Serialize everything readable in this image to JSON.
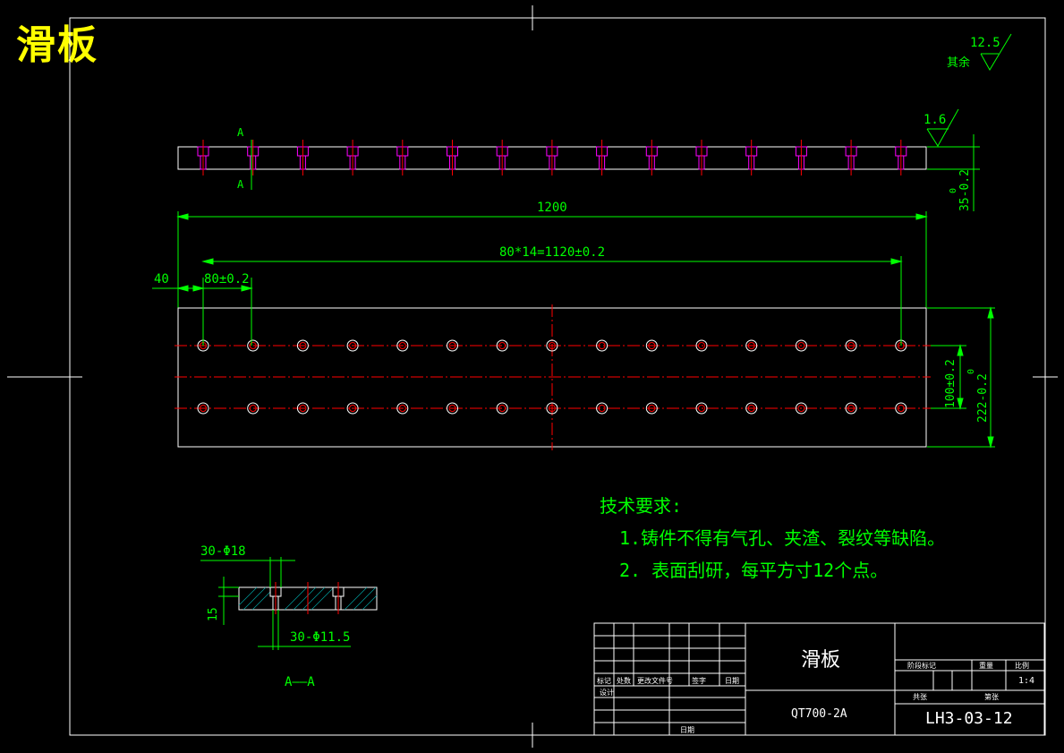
{
  "header": {
    "title": "滑板"
  },
  "colors": {
    "frame": "#ffffff",
    "dim": "#00ff00",
    "center": "#ff0000",
    "hole": "#ff00ff",
    "title": "#ffff00",
    "background": "#000000"
  },
  "roughness": {
    "general_value": "12.5",
    "general_label": "其余",
    "surface_value": "1.6"
  },
  "dims": {
    "length": "1200",
    "pitch_total": "80*14=1120±0.2",
    "edge_offset": "40",
    "pitch": "80±0.2",
    "thickness": "35-0.2",
    "thickness_upper": "0",
    "row_spacing": "100±0.2",
    "width": "222-0.2",
    "width_upper": "0",
    "section_mark": "A"
  },
  "section": {
    "counterbore": "30-Φ18",
    "through_hole": "30-Φ11.5",
    "depth": "15",
    "label": "A——A"
  },
  "tech": {
    "heading": "技术要求:",
    "items": [
      "1.铸件不得有气孔、夹渣、裂纹等缺陷。",
      "2.    表面刮研，每平方寸12个点。"
    ]
  },
  "title_block": {
    "part_name": "滑板",
    "material": "QT700-2A",
    "drawing_no": "LH3-03-12",
    "scale": "1:4",
    "labels": {
      "mark": "标记",
      "count": "处数",
      "change_doc": "更改文件号",
      "sign": "签字",
      "date": "日期",
      "design": "设计",
      "date2": "日期",
      "stage_mark": "阶段标记",
      "weight": "重量",
      "ratio": "比例",
      "sheet_total": "共张",
      "sheet": "第张"
    }
  }
}
